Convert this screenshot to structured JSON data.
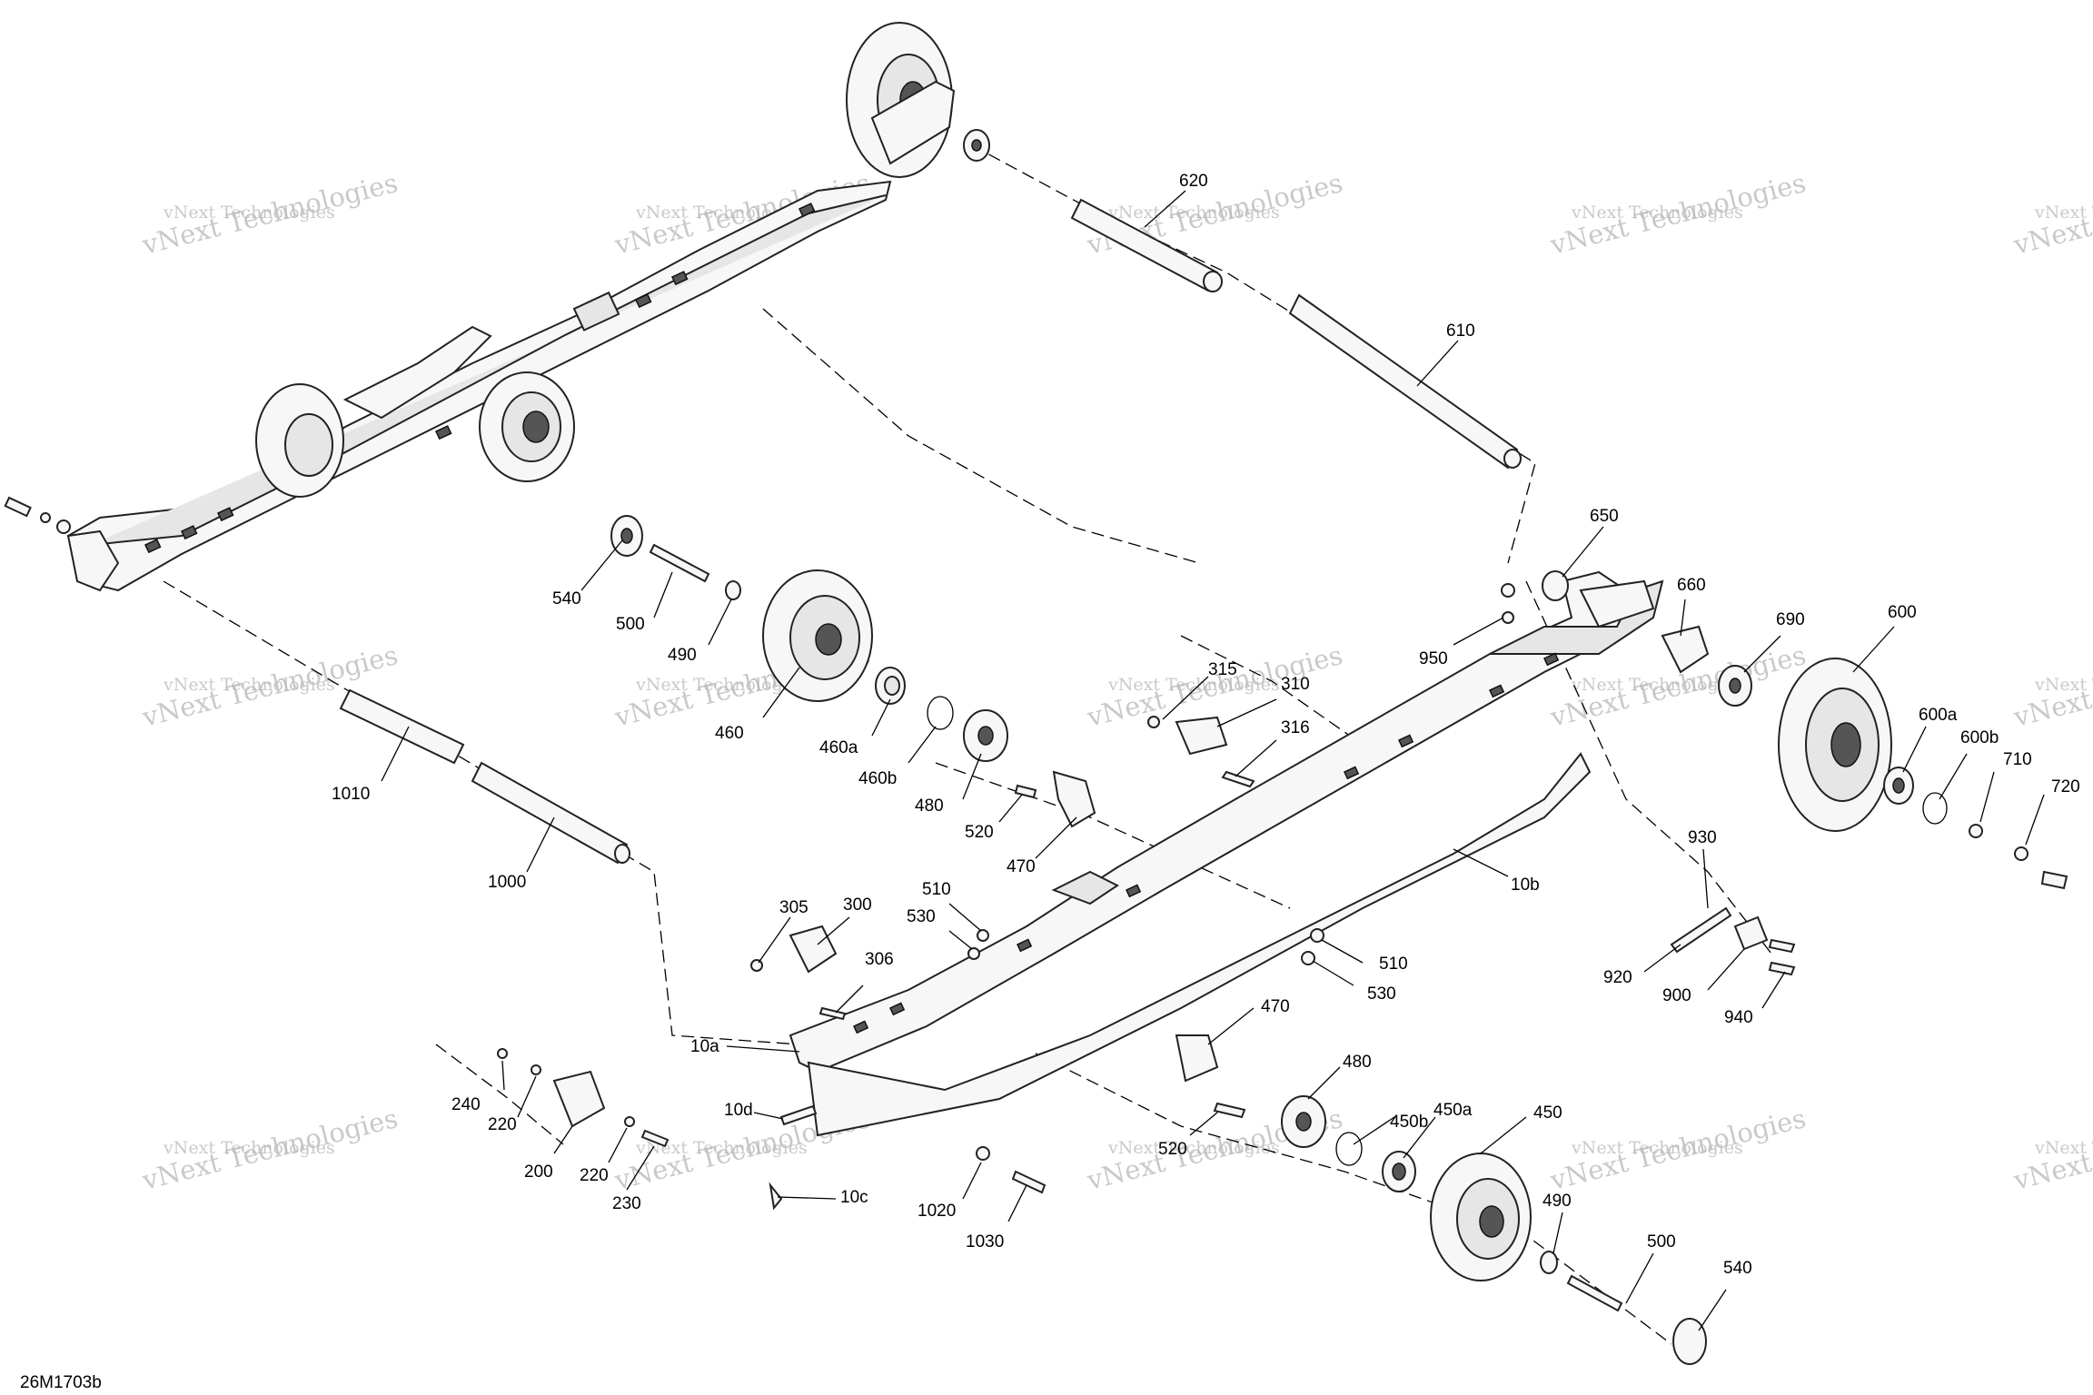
{
  "drawing_code": "26M1703b",
  "watermark": {
    "line1": "vNext Technologies",
    "line2": "vNext Technologies"
  },
  "callouts": [
    "620",
    "610",
    "650",
    "660",
    "690",
    "600",
    "600a",
    "600b",
    "710",
    "720",
    "540",
    "500",
    "490",
    "460",
    "460a",
    "460b",
    "480",
    "520",
    "470",
    "315",
    "310",
    "316",
    "950",
    "1010",
    "1000",
    "305",
    "300",
    "306",
    "510",
    "530",
    "510",
    "530",
    "10b",
    "930",
    "920",
    "900",
    "940",
    "10a",
    "470",
    "480",
    "450b",
    "450a",
    "450",
    "240",
    "220",
    "200",
    "220",
    "230",
    "10d",
    "10c",
    "520",
    "1020",
    "1030",
    "490",
    "500",
    "540"
  ]
}
